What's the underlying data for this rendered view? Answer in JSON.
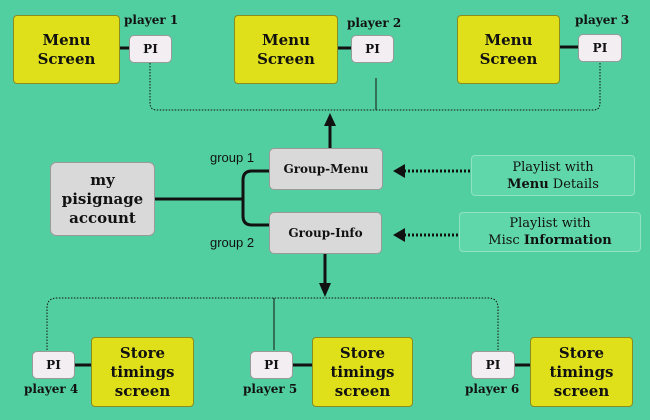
{
  "diagram": {
    "top_players": [
      {
        "screen": "Menu\nScreen",
        "device": "PI",
        "label": "player 1"
      },
      {
        "screen": "Menu\nScreen",
        "device": "PI",
        "label": "player 2"
      },
      {
        "screen": "Menu\nScreen",
        "device": "PI",
        "label": "player 3"
      }
    ],
    "bottom_players": [
      {
        "screen": "Store\ntimings\nscreen",
        "device": "PI",
        "label": "player 4"
      },
      {
        "screen": "Store\ntimings\nscreen",
        "device": "PI",
        "label": "player 5"
      },
      {
        "screen": "Store\ntimings\nscreen",
        "device": "PI",
        "label": "player 6"
      }
    ],
    "account": "my\npisignage\naccount",
    "groups": [
      {
        "name": "Group-Menu",
        "label": "group 1"
      },
      {
        "name": "Group-Info",
        "label": "group 2"
      }
    ],
    "playlists": [
      {
        "line1": "Playlist with",
        "line2_bold": "Menu",
        "line2_rest": " Details"
      },
      {
        "line1": "Playlist with",
        "line2_pre": "Misc ",
        "line2_bold": "Information"
      }
    ]
  }
}
